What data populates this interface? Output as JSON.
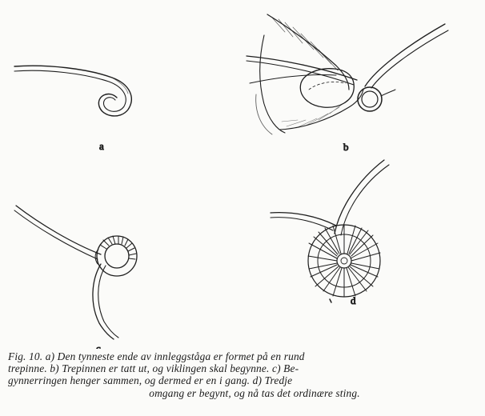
{
  "figure": {
    "panels": [
      {
        "id": "a",
        "label": "a"
      },
      {
        "id": "b",
        "label": "b"
      },
      {
        "id": "c",
        "label": "c"
      },
      {
        "id": "d",
        "label": "d"
      }
    ],
    "caption_lines": [
      "Fig. 10.  a) Den tynneste ende av innleggståga er formet på en rund",
      "trepinne. b) Trepinnen er tatt ut, og viklingen skal begynne. c) Be-",
      "gynnerringen henger sammen, og dermed er en i gang. d) Tredje",
      "omgang er begynt, og nå tas det ordinære sting."
    ]
  }
}
